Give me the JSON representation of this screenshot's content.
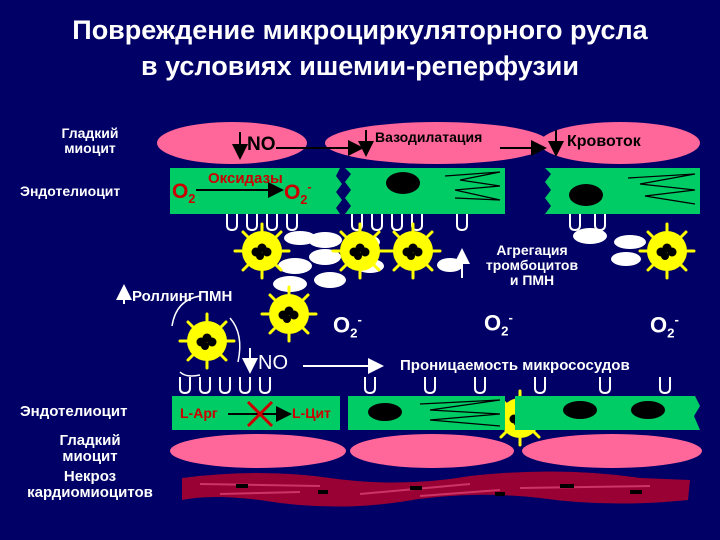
{
  "title": {
    "line1": "Повреждение микроциркуляторного русла",
    "line2": "в условиях ишемии-реперфузии"
  },
  "labels": {
    "smooth_myocyte_top": [
      "Гладкий",
      "миоцит"
    ],
    "endothelial_top": "Эндотелиоцит",
    "no_top": "NO",
    "vasodilation": "Вазодилатация",
    "blood_flow": "Кровоток",
    "oxidases": "Оксидазы",
    "o2": "O",
    "o2_sub": "2",
    "o2_radical": "O",
    "o2_radical_sub": "2",
    "o2_radical_sup": "-",
    "aggregation": [
      "Агрегация",
      "тромбоцитов",
      "и ПМН"
    ],
    "rolling": "Роллинг ПМН",
    "no_mid": "NO",
    "permeability": "Проницаемость микрососудов",
    "endothelial_bottom": "Эндотелиоцит",
    "l_arg": "L-Арг",
    "l_cit": "L-Цит",
    "smooth_myocyte_bottom": [
      "Гладкий",
      "миоцит"
    ],
    "necrosis": [
      "Некроз",
      "кардиомиоцитов"
    ]
  },
  "colors": {
    "background": "#000066",
    "smooth_muscle": "#ff6699",
    "endothelium": "#00cc66",
    "neutrophil": "#ffff00",
    "platelet": "#ffffff",
    "necrosis": "#990033"
  }
}
